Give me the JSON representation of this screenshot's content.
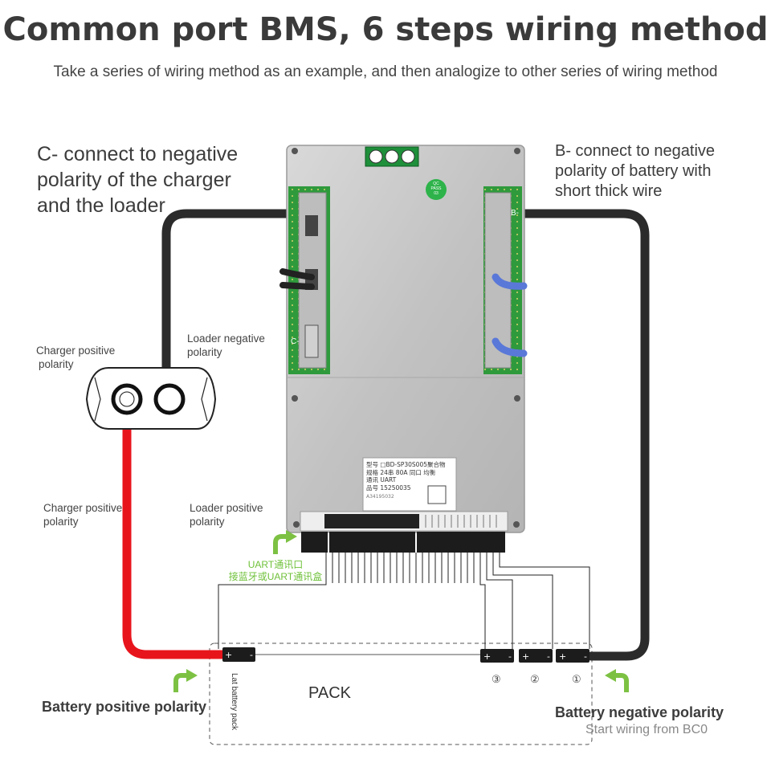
{
  "header": {
    "title": "Common port BMS, 6 steps wiring method",
    "subtitle": "Take a series of wiring method as an example, and then analogize to other series of wiring method"
  },
  "labels": {
    "c_minus": [
      "C- connect to negative",
      "polarity of the charger",
      "and the loader"
    ],
    "b_minus": [
      "B- connect to negative",
      "polarity of battery with",
      "short thick wire"
    ],
    "charger_positive_top": [
      "Charger positive",
      "polarity"
    ],
    "loader_negative": [
      "Loader negative",
      "polarity"
    ],
    "charger_positive_mid": [
      "Charger positive",
      "polarity"
    ],
    "loader_positive": [
      "Loader positive",
      "polarity"
    ],
    "uart": [
      "UART通讯口",
      "接蓝牙或UART通讯盒"
    ],
    "pack": "PACK",
    "last_battery_pack": "Lat battery pack",
    "cell_numbers": [
      "③",
      "②",
      "①"
    ],
    "battery_positive": "Battery positive polarity",
    "battery_negative": "Battery negative polarity",
    "start_wiring": "Start wiring from BC0"
  },
  "board": {
    "sticker_lines": [
      "型号 □BD-SP30S005聚合物",
      "规格 24串 80A 同口 均衡",
      "通讯 UART",
      "品号 15250035"
    ],
    "sticker_code": "A34195032",
    "terminal_c_label": "C-",
    "terminal_b_label": "B-",
    "badge_lines": [
      "QC",
      "PASS",
      "03"
    ]
  },
  "colors": {
    "positive_wire": "#e8141c",
    "negative_wire": "#2b2b2b",
    "pcb_green": "#2f9a3c",
    "arrow_green": "#7dc143",
    "housing": "#c9c9c9",
    "blue_wire": "#5a78d8"
  }
}
